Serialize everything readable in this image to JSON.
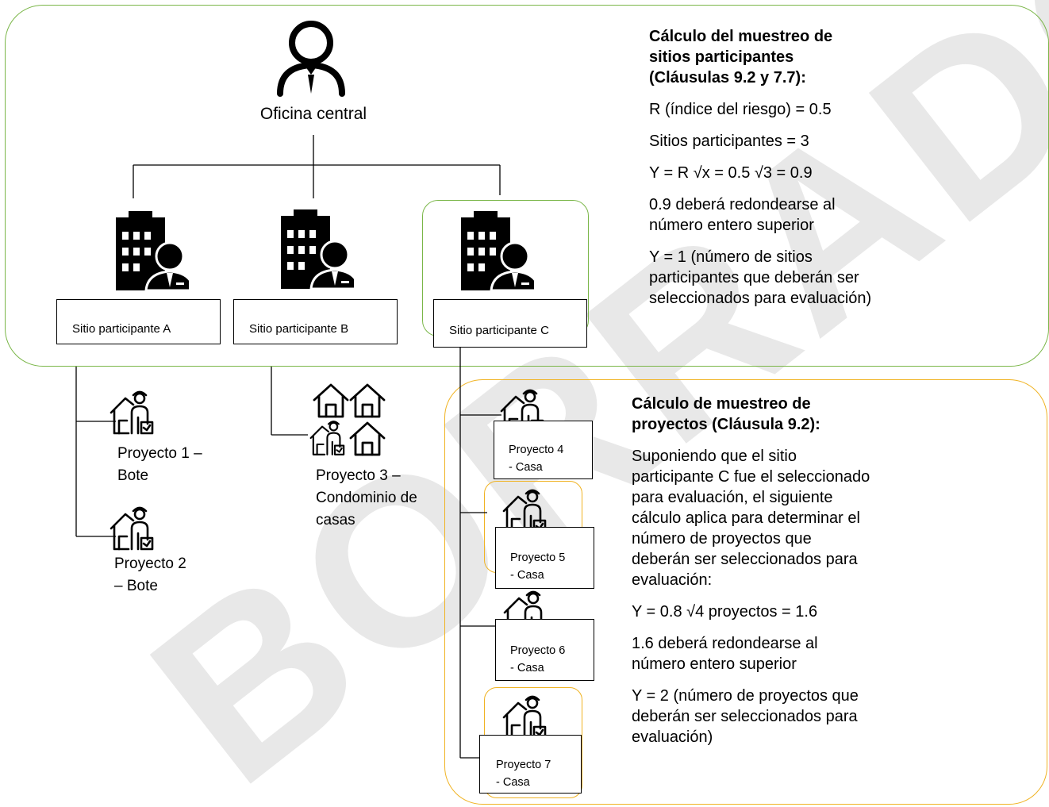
{
  "colors": {
    "top_panel_border": "#7ab648",
    "bottom_panel_border": "#f0b323",
    "watermark": "#e6e6e6",
    "ink": "#000000"
  },
  "watermark_text": "BORRADOR",
  "head_office": {
    "label": "Oficina central",
    "icon": "head-office-person-icon"
  },
  "sites": [
    {
      "label": "Sitio participante A",
      "icon": "office-building-person-icon"
    },
    {
      "label": "Sitio participante B",
      "icon": "office-building-person-icon"
    },
    {
      "label": "Sitio participante C",
      "icon": "office-building-person-icon",
      "highlighted": true
    }
  ],
  "projects_a": [
    {
      "label": "Proyecto 1 –\nBote",
      "icon": "house-worker-icon"
    },
    {
      "label": "Proyecto 2\n– Bote",
      "icon": "house-worker-icon"
    }
  ],
  "project_b": {
    "label": "Proyecto 3 –\nCondominio de\ncasas",
    "icon": "condominium-houses-icon"
  },
  "projects_c": [
    {
      "label": "Proyecto 4\n- Casa",
      "icon": "house-worker-icon"
    },
    {
      "label": "Proyecto 5\n- Casa",
      "icon": "house-worker-icon",
      "highlighted": true
    },
    {
      "label": "Proyecto 6\n- Casa",
      "icon": "house-worker-icon"
    },
    {
      "label": "Proyecto 7\n- Casa",
      "icon": "house-worker-icon",
      "highlighted": true
    }
  ],
  "site_calc": {
    "title": "Cálculo del muestreo de\nsitios participantes\n(Cláusulas 9.2 y 7.7):",
    "lines": [
      "R (índice del riesgo) = 0.5",
      "Sitios participantes = 3",
      "Y = R √x = 0.5 √3 = 0.9",
      "0.9 deberá redondearse al\nnúmero entero superior",
      "Y = 1 (número de sitios\nparticipantes que deberán ser\nseleccionados para evaluación)"
    ]
  },
  "project_calc": {
    "title": "Cálculo de muestreo de\nproyectos (Cláusula 9.2):",
    "lines": [
      "Suponiendo que el sitio\nparticipante C fue el seleccionado\npara evaluación, el siguiente\ncálculo aplica para determinar el\nnúmero de proyectos que\ndeberán ser seleccionados para\nevaluación:",
      "Y = 0.8 √4 proyectos = 1.6",
      "1.6 deberá redondearse al\nnúmero entero superior",
      "Y = 2 (número de proyectos que\ndeberán ser seleccionados para\nevaluación)"
    ]
  }
}
